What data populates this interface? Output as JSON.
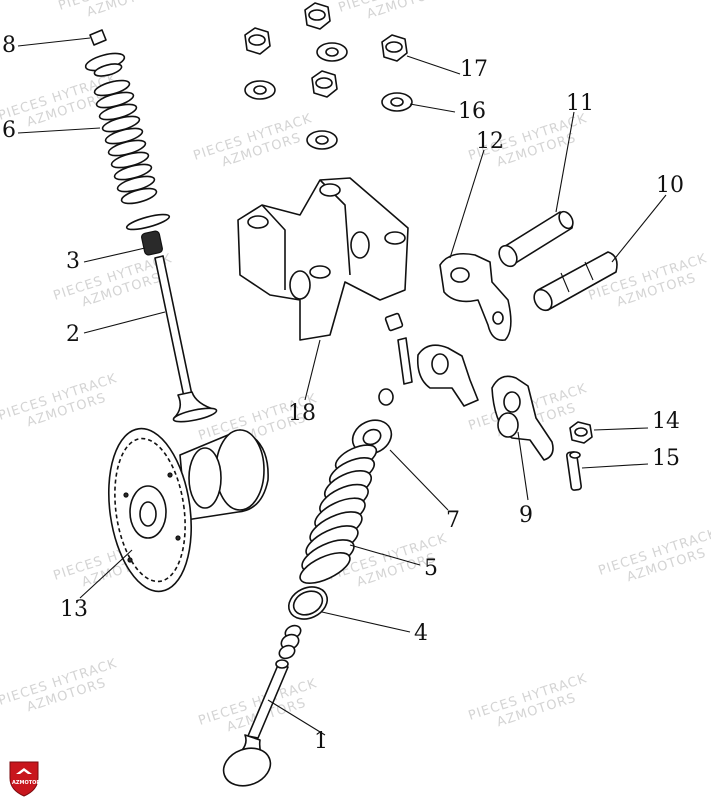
{
  "callouts": [
    "1",
    "2",
    "3",
    "4",
    "5",
    "6",
    "7",
    "8",
    "9",
    "10",
    "11",
    "12",
    "13",
    "14",
    "15",
    "16",
    "17",
    "18"
  ],
  "watermark": {
    "line1": "PIECES HYTRACK",
    "line2": "AZMOTORS"
  },
  "logo": {
    "icon": "azmotors-shield-logo",
    "text": "AZMOTORS",
    "color": "#c8161d"
  }
}
